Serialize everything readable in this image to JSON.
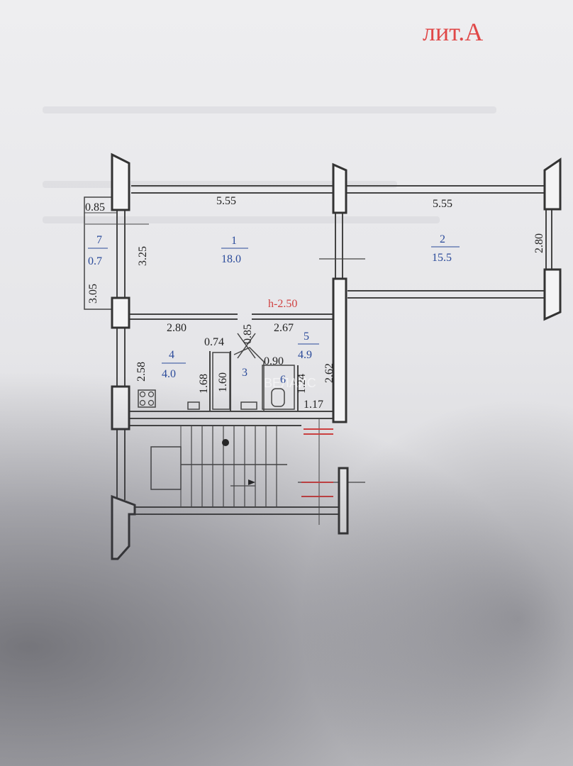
{
  "header": {
    "litera": "лит.А"
  },
  "height_label": "h-2.50",
  "rooms": [
    {
      "number": "1",
      "area": "18.0"
    },
    {
      "number": "2",
      "area": "15.5"
    },
    {
      "number": "3",
      "area": ""
    },
    {
      "number": "4",
      "area": "4.0"
    },
    {
      "number": "5",
      "area": "4.9"
    },
    {
      "number": "6",
      "area": ""
    },
    {
      "number": "7",
      "area": "0.7"
    }
  ],
  "dimensions": {
    "room1_width": "5.55",
    "room2_width": "5.55",
    "room2_depth": "2.80",
    "room1_depth": "3.25",
    "room7_width": "0.85",
    "room7_depth": "3.05",
    "room4_width": "2.80",
    "room4_depth": "2.58",
    "room5_width": "2.67",
    "room5_depth": "2.62",
    "corridor_depth": "0.85",
    "bath_width": "0.74",
    "bath_depth": "1.68",
    "bath_inner": "1.60",
    "wc_width": "0.90",
    "wc_depth": "1.24",
    "entry_width": "1.17"
  },
  "watermark": "ВЕЛАЙС",
  "colors": {
    "accent_red": "#e04848",
    "room_blue": "#2a4a9a",
    "wall": "#444444"
  }
}
